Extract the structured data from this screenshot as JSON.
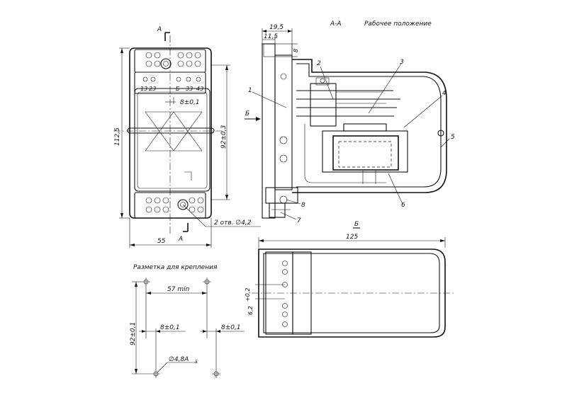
{
  "labels": {
    "section_aa": "А-А",
    "working_position": "Рабочее положение",
    "section_a_top": "А",
    "section_a_bottom": "А",
    "view_b_left": "Б",
    "view_b_bottom": "Б",
    "mounting_title": "Разметка для крепления"
  },
  "terminals": {
    "row_labels": [
      "13",
      "23",
      "Б",
      "33",
      "43"
    ]
  },
  "dimensions": {
    "d_19_5": "19,5",
    "d_11_5": "11,5",
    "d_8_top": "8",
    "d_112_5": "112,5",
    "d_92_03": "92±0,3",
    "d_8_01_front": "8±0,1",
    "d_55": "55",
    "d_holes": "2 отв. ∅4,2",
    "d_125": "125",
    "d_6_2": "6,2",
    "d_6_2_tol": "+0,2",
    "d_57min": "57 min",
    "d_92_01": "92±0,1",
    "d_8_01_left": "8±0,1",
    "d_8_01_right": "8±0,1",
    "d_hole_mark": "∅4,8А",
    "d_hole_mark_sub": "5"
  },
  "callouts": [
    "1",
    "2",
    "3",
    "4",
    "5",
    "6",
    "7",
    "8"
  ]
}
